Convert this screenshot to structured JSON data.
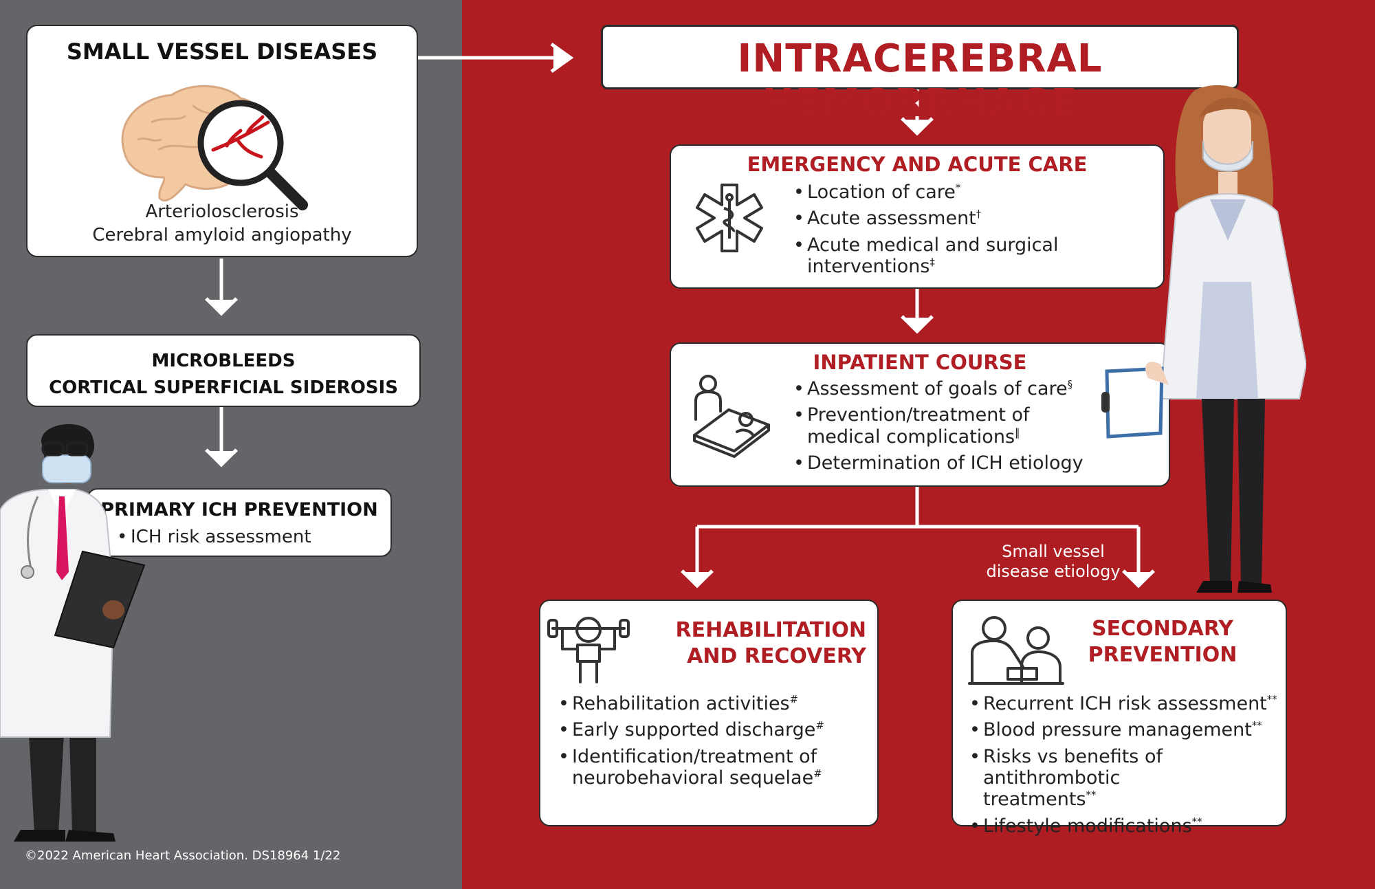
{
  "small_vessel": {
    "title": "SMALL VESSEL DISEASES",
    "lines": [
      "Arteriolosclerosis",
      "Cerebral amyloid angiopathy"
    ],
    "icons": [
      "brain-icon",
      "magnifier-icon"
    ]
  },
  "microbleeds": {
    "line1": "MICROBLEEDS",
    "line2": "CORTICAL SUPERFICIAL SIDEROSIS"
  },
  "primary": {
    "title": "PRIMARY ICH PREVENTION",
    "items": [
      "ICH risk assessment"
    ]
  },
  "ich": {
    "title": "INTRACEREBRAL HEMORRHAGE"
  },
  "emergency": {
    "title": "EMERGENCY AND ACUTE CARE",
    "icon": "star-of-life-icon",
    "items": [
      {
        "text": "Location of care",
        "mark": "*"
      },
      {
        "text": "Acute assessment",
        "mark": "†"
      },
      {
        "text": "Acute medical and surgical interventions",
        "mark": "‡"
      }
    ]
  },
  "inpatient": {
    "title": "INPATIENT COURSE",
    "icon": "hospital-bed-icon",
    "items": [
      {
        "text": "Assessment of goals of care",
        "mark": "§"
      },
      {
        "text": "Prevention/treatment of medical complications",
        "mark": "‖"
      },
      {
        "text": "Determination of ICH etiology",
        "mark": ""
      }
    ]
  },
  "rehab": {
    "title_line1": "REHABILITATION",
    "title_line2": "AND RECOVERY",
    "icon": "weightlifter-icon",
    "items": [
      {
        "text": "Rehabilitation activities",
        "mark": "#"
      },
      {
        "text": "Early supported discharge",
        "mark": "#"
      },
      {
        "text": "Identification/treatment of neurobehavioral sequelae",
        "mark": "#"
      }
    ]
  },
  "secondary": {
    "title_line1": "SECONDARY",
    "title_line2": "PREVENTION",
    "icon": "doctor-patient-icon",
    "items": [
      {
        "text": "Recurrent ICH risk assessment",
        "mark": "**"
      },
      {
        "text": "Blood pressure management",
        "mark": "**"
      },
      {
        "text": "Risks vs benefits of antithrombotic treatments",
        "mark": "**"
      },
      {
        "text": "Lifestyle modifications",
        "mark": "**"
      }
    ]
  },
  "edge_label": {
    "line1": "Small vessel",
    "line2": "disease etiology"
  },
  "copyright": "©2022 American Heart Association. DS18964 1/22",
  "illustrations": [
    "male-doctor-illustration",
    "female-doctor-illustration"
  ],
  "colors": {
    "red": "#ad1d22",
    "gray": "#646568",
    "title_red": "#b01e23"
  }
}
